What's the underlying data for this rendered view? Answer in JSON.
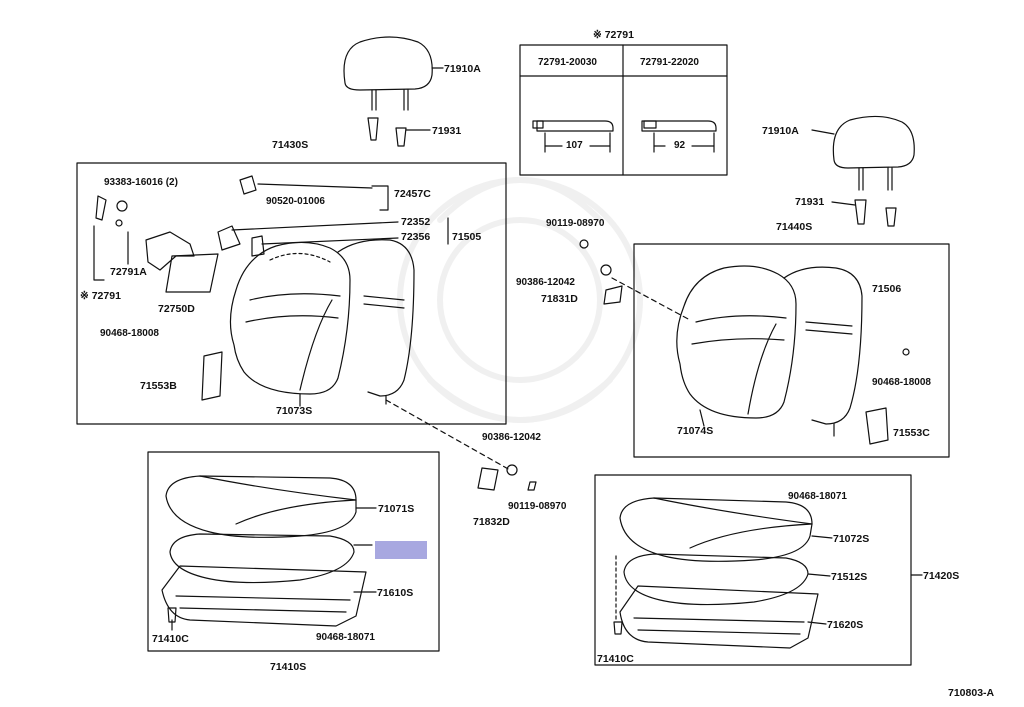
{
  "diagram_id": "710803-A",
  "highlight_color": "#a8a8e0",
  "legend": {
    "title": "※ 72791",
    "col1": "72791-20030",
    "col2": "72791-22020",
    "dim1": "107",
    "dim2": "92"
  },
  "labels": {
    "l71910A_top": "71910A",
    "l71931_top": "71931",
    "l71430S": "71430S",
    "l93383": "93383-16016 (2)",
    "l72457C": "72457C",
    "l90520": "90520-01006",
    "l72352": "72352",
    "l72356": "72356",
    "l71505": "71505",
    "l72791A": "72791A",
    "l72791": "※ 72791",
    "l72750D": "72750D",
    "l90468_left": "90468-18008",
    "l71553B": "71553B",
    "l71073S": "71073S",
    "l90119_top": "90119-08970",
    "l90386_top": "90386-12042",
    "l71831D": "71831D",
    "l71440S": "71440S",
    "l71910A_right": "71910A",
    "l71931_right": "71931",
    "l71506": "71506",
    "l90468_right": "90468-18008",
    "l71074S": "71074S",
    "l71553C": "71553C",
    "l90386_mid": "90386-12042",
    "l90119_mid": "90119-08970",
    "l71832D": "71832D",
    "l71071S": "71071S",
    "l71610S": "71610S",
    "l71410C_left": "71410C",
    "l90468_bl": "90468-18071",
    "l71410S": "71410S",
    "l90468_br": "90468-18071",
    "l71072S": "71072S",
    "l71512S": "71512S",
    "l71420S": "71420S",
    "l71620S": "71620S",
    "l71410C_right": "71410C"
  }
}
